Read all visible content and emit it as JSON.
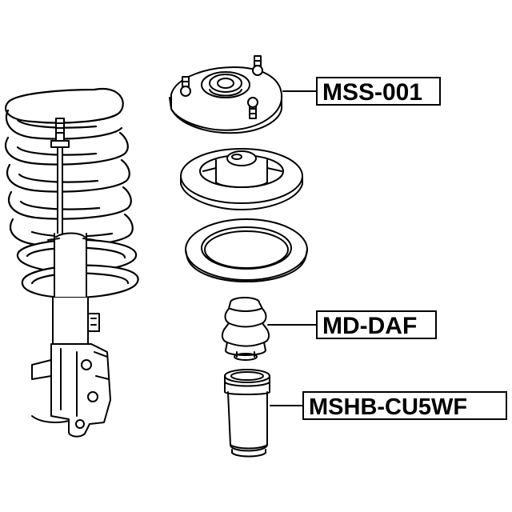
{
  "labels": {
    "strut_mount": "MSS-001",
    "bump_stop": "MD-DAF",
    "dust_boot": "MSHB-CU5WF"
  },
  "colors": {
    "ink": "#000000",
    "background": "#ffffff"
  }
}
